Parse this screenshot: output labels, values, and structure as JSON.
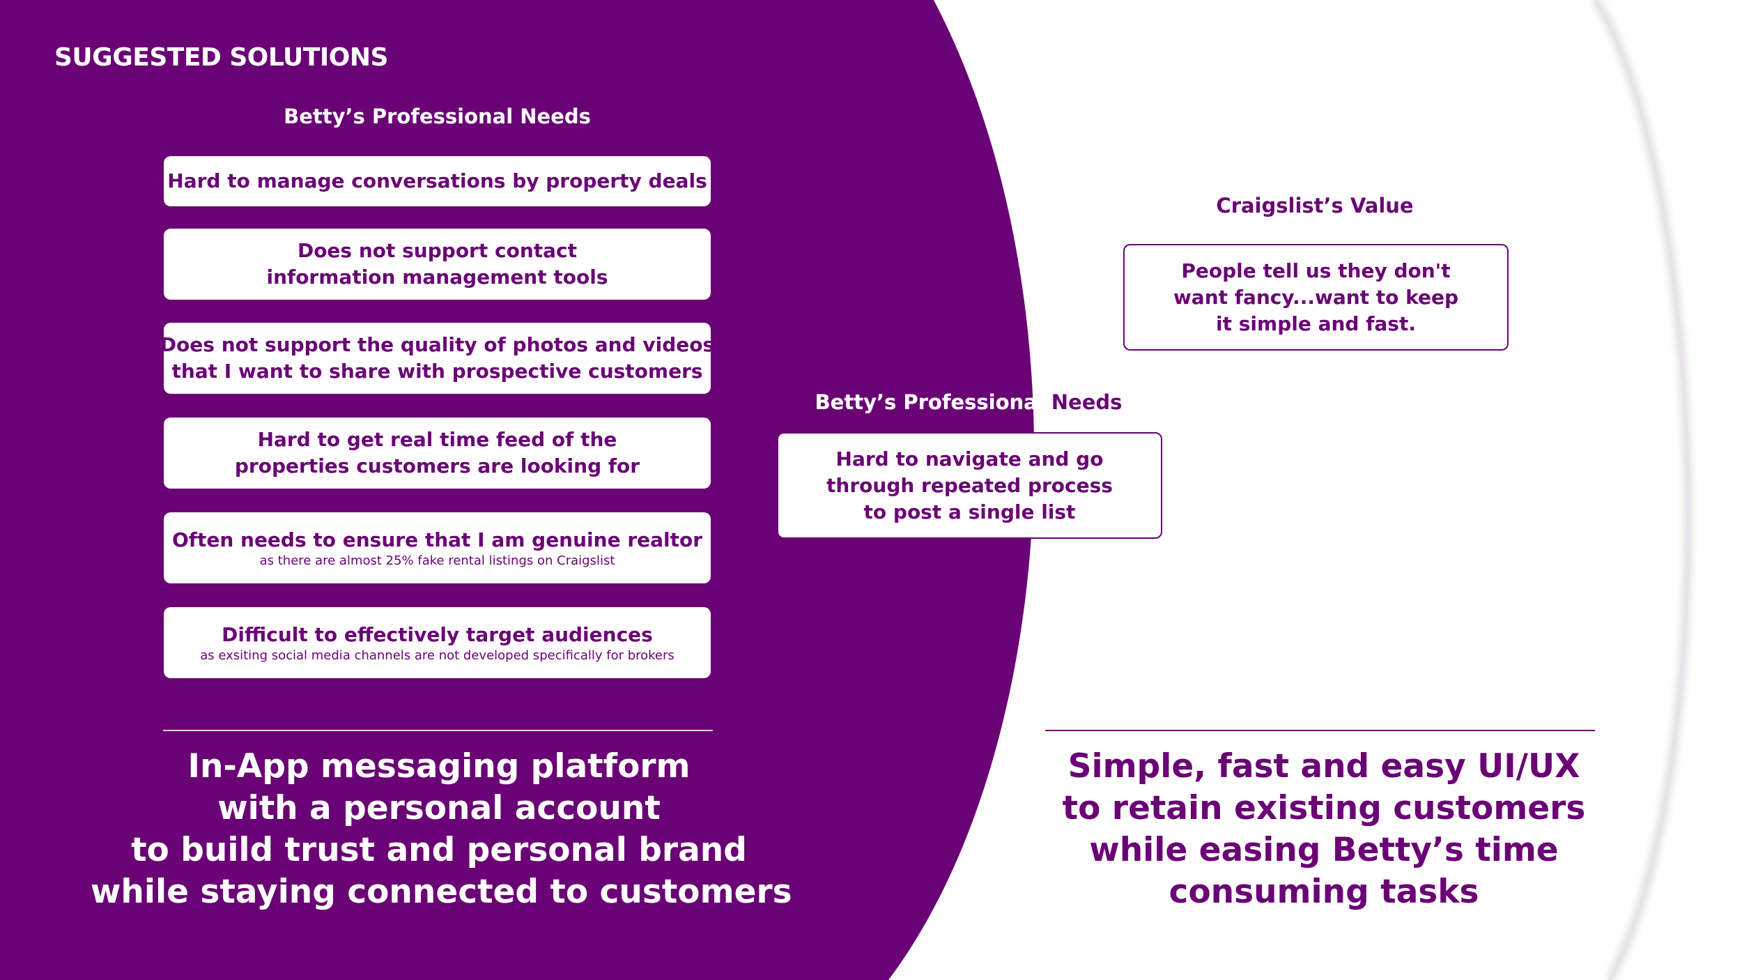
{
  "slide": {
    "section_title": "SUGGESTED SOLUTIONS",
    "colors": {
      "purple": "#6a0275",
      "white": "#ffffff",
      "divider_light": "#e9d6ee"
    }
  },
  "left_column": {
    "heading": "Betty’s Professional Needs",
    "needs": [
      {
        "lines": [
          "Hard to manage conversations by property deals"
        ],
        "sub": ""
      },
      {
        "lines": [
          "Does not support contact",
          "information management tools"
        ],
        "sub": ""
      },
      {
        "lines": [
          "Does not support the quality of photos and videos",
          "that I want to share with prospective customers"
        ],
        "sub": ""
      },
      {
        "lines": [
          "Hard to get real time feed of the",
          "properties customers are looking for"
        ],
        "sub": ""
      },
      {
        "lines": [
          "Often needs to ensure that I am genuine realtor"
        ],
        "sub": "as there are almost 25% fake rental listings on Craigslist"
      },
      {
        "lines": [
          "Difficult to effectively target audiences"
        ],
        "sub": "as exsiting social media channels are not developed specifically for brokers"
      }
    ],
    "solution": [
      "In-App messaging platform",
      "with a personal account",
      "to build trust and personal brand",
      "while staying connected to customers"
    ]
  },
  "middle_column": {
    "heading_part_a": "Betty’s Professional ",
    "heading_part_b": "Needs",
    "need": [
      "Hard to navigate and go",
      "through repeated process",
      "to post a single list"
    ]
  },
  "right_column": {
    "heading": "Craigslist’s Value",
    "value": [
      "People tell us they don't",
      "want fancy...want to keep",
      "it simple and fast."
    ],
    "solution": [
      "Simple, fast and easy UI/UX",
      "to retain existing customers",
      "while easing Betty’s time",
      "consuming tasks"
    ]
  }
}
